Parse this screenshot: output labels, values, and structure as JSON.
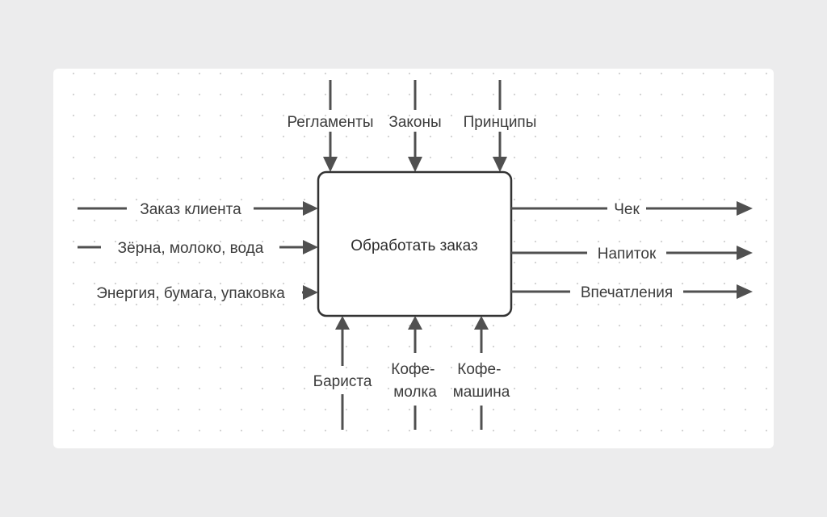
{
  "process": {
    "label": "Обработать заказ"
  },
  "controls": [
    {
      "label": "Регламенты"
    },
    {
      "label": "Законы"
    },
    {
      "label": "Принципы"
    }
  ],
  "inputs": [
    {
      "label": "Заказ клиента"
    },
    {
      "label": "Зёрна, молоко, вода"
    },
    {
      "label": "Энергия, бумага, упаковка"
    }
  ],
  "outputs": [
    {
      "label": "Чек"
    },
    {
      "label": "Напиток"
    },
    {
      "label": "Впечатления"
    }
  ],
  "mechanisms": [
    {
      "label_lines": [
        "Бариста"
      ]
    },
    {
      "label_lines": [
        "Кофе-",
        "молка"
      ]
    },
    {
      "label_lines": [
        "Кофе-",
        "машина"
      ]
    }
  ],
  "colors": {
    "page_background": "#ececed",
    "canvas": "#ffffff",
    "grid_dot": "#cfcfcf",
    "stroke": "#505050",
    "text": "#3c3c3c"
  }
}
